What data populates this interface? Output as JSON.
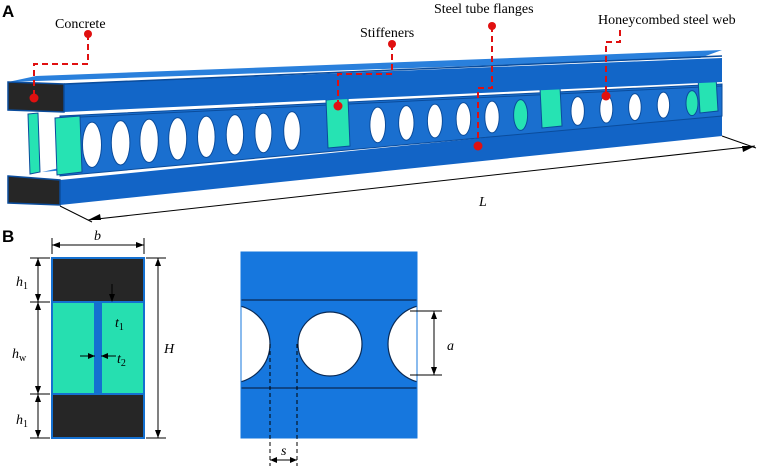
{
  "panels": {
    "a": "A",
    "b": "B"
  },
  "callouts": {
    "concrete": "Concrete",
    "stiffeners": "Stiffeners",
    "flanges": "Steel tube flanges",
    "web": "Honeycombed steel web"
  },
  "dims": {
    "L": "L",
    "b": "b",
    "h1_top": "h",
    "h1_top_sub": "1",
    "hw": "h",
    "hw_sub": "w",
    "h1_bot": "h",
    "h1_bot_sub": "1",
    "t1": "t",
    "t1_sub": "1",
    "t2": "t",
    "t2_sub": "2",
    "H": "H",
    "a": "a",
    "s": "s"
  },
  "colors": {
    "steel_blue": "#1470d0",
    "steel_dark": "#0a4c9c",
    "concrete": "#262626",
    "stiffener": "#26e3b3",
    "web_fill": "#24d6a6",
    "leader": "#e01010"
  }
}
